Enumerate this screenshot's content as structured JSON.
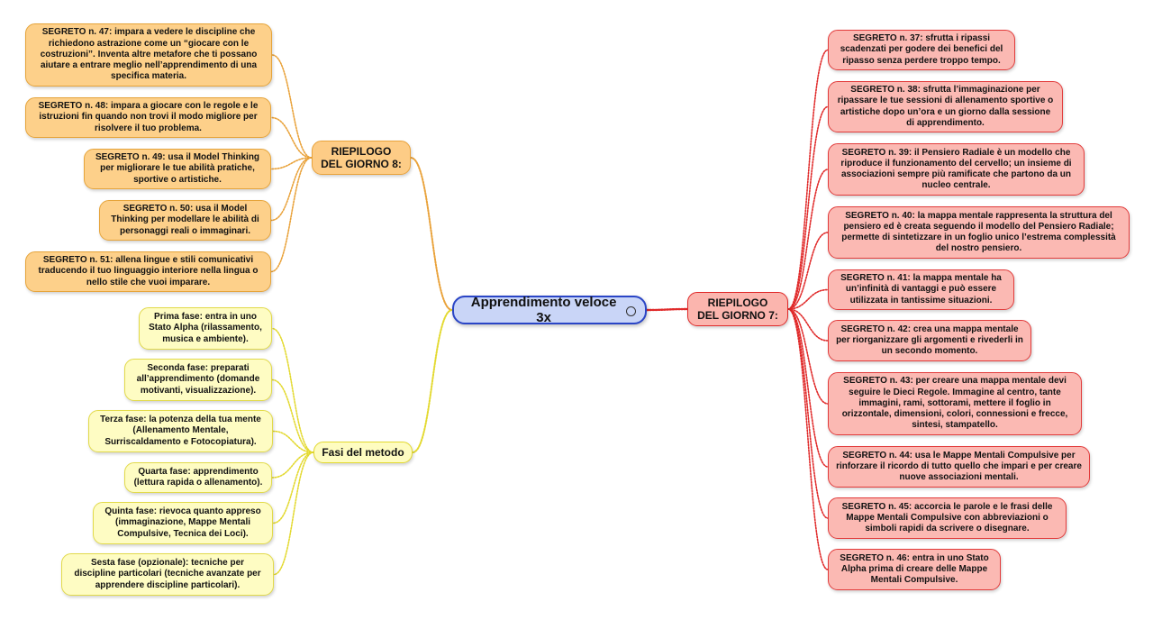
{
  "central": {
    "title": "Apprendimento veloce 3x",
    "icon": "gear-icon"
  },
  "colors": {
    "orange_branch": "#e9a23a",
    "yellow_branch": "#e3d92f",
    "red_branch": "#e02a2a",
    "central_border": "#2a45c6"
  },
  "day8": {
    "label": "RIEPILOGO DEL GIORNO 8:",
    "items": [
      "SEGRETO n. 47: impara a vedere le discipline che richiedono astrazione come un “giocare con le costruzioni”. Inventa altre metafore che ti possano aiutare a entrare meglio nell’apprendimento di una specifica materia.",
      "SEGRETO n. 48: impara a giocare con le regole e le istruzioni fin quando non trovi il modo migliore per risolvere il tuo problema.",
      "SEGRETO n. 49: usa il Model Thinking per migliorare le tue abilità pratiche, sportive o artistiche.",
      "SEGRETO n. 50: usa il Model Thinking per modellare le abilità di personaggi reali o immaginari.",
      "SEGRETO n. 51: allena lingue e stili comunicativi traducendo il tuo linguaggio interiore nella lingua o nello stile che vuoi imparare."
    ]
  },
  "method": {
    "label": "Fasi del metodo",
    "items": [
      "Prima fase: entra in uno Stato Alpha (rilassamento, musica e ambiente).",
      "Seconda fase: preparati all’apprendimento (domande motivanti, visualizzazione).",
      "Terza fase: la potenza della tua mente (Allenamento Mentale, Surriscaldamento e Fotocopiatura).",
      "Quarta fase: apprendimento (lettura rapida o allenamento).",
      "Quinta fase: rievoca quanto appreso (immaginazione, Mappe Mentali Compulsive, Tecnica dei Loci).",
      "Sesta fase (opzionale): tecniche per discipline particolari (tecniche avanzate per apprendere discipline particolari)."
    ]
  },
  "day7": {
    "label": "RIEPILOGO DEL GIORNO 7:",
    "items": [
      "SEGRETO n. 37: sfrutta i ripassi scadenzati per godere dei benefici del ripasso senza perdere troppo tempo.",
      "SEGRETO n. 38: sfrutta l’immaginazione per ripassare le tue sessioni di allenamento sportive o artistiche dopo un’ora e un giorno dalla sessione di apprendimento.",
      "SEGRETO n. 39: il Pensiero Radiale è un modello che riproduce il funzionamento del cervello; un insieme di associazioni sempre più ramificate che partono da un nucleo centrale.",
      "SEGRETO n. 40: la mappa mentale rappresenta la struttura del pensiero ed è creata seguendo il modello del Pensiero Radiale; permette di sintetizzare in un foglio unico l’estrema complessità del nostro pensiero.",
      "SEGRETO n. 41: la mappa mentale ha un’infinità di vantaggi e può essere utilizzata in tantissime situazioni.",
      "SEGRETO n. 42: crea una mappa mentale per riorganizzare gli argomenti e rivederli in un secondo momento.",
      "SEGRETO n. 43: per creare una mappa mentale devi seguire le Dieci Regole. Immagine al centro, tante immagini, rami, sottorami, mettere il foglio in orizzontale, dimensioni, colori, connessioni e frecce, sintesi, stampatello.",
      "SEGRETO n. 44: usa le Mappe Mentali Compulsive per rinforzare il ricordo di tutto quello che impari e per creare nuove associazioni mentali.",
      "SEGRETO n. 45: accorcia le parole e le frasi delle Mappe Mentali Compulsive con abbreviazioni o simboli rapidi da scrivere o disegnare.",
      "SEGRETO n. 46: entra in uno Stato Alpha prima di creare delle Mappe Mentali Compulsive."
    ]
  }
}
